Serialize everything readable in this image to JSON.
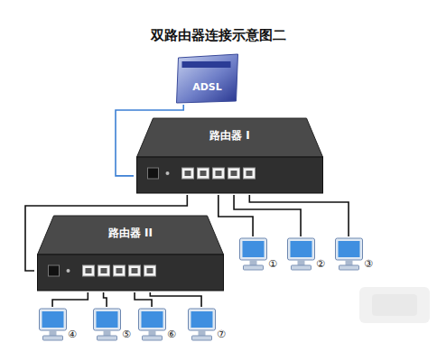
{
  "diagram": {
    "title": "双路由器连接示意图二",
    "nodes": [
      {
        "text": [
          "ADSL"
        ]
      },
      {
        "text": [
          "路由器 I"
        ]
      },
      {
        "text": [
          "路由器 II"
        ]
      },
      {
        "text": [
          "①"
        ]
      },
      {
        "text": [
          "②"
        ]
      },
      {
        "text": [
          "③"
        ]
      },
      {
        "text": [
          "④"
        ]
      },
      {
        "text": [
          "⑤"
        ]
      },
      {
        "text": [
          "⑥"
        ]
      },
      {
        "text": [
          "⑦"
        ]
      }
    ],
    "edges": [
      {
        "from": 0,
        "to": 1,
        "arrow": "none"
      },
      {
        "from": 1,
        "to": 2,
        "arrow": "none"
      },
      {
        "from": 1,
        "to": 3,
        "arrow": "none"
      },
      {
        "from": 1,
        "to": 4,
        "arrow": "none"
      },
      {
        "from": 1,
        "to": 5,
        "arrow": "none"
      },
      {
        "from": 2,
        "to": 6,
        "arrow": "none"
      },
      {
        "from": 2,
        "to": 7,
        "arrow": "none"
      },
      {
        "from": 2,
        "to": 8,
        "arrow": "none"
      },
      {
        "from": 2,
        "to": 9,
        "arrow": "none"
      }
    ]
  }
}
